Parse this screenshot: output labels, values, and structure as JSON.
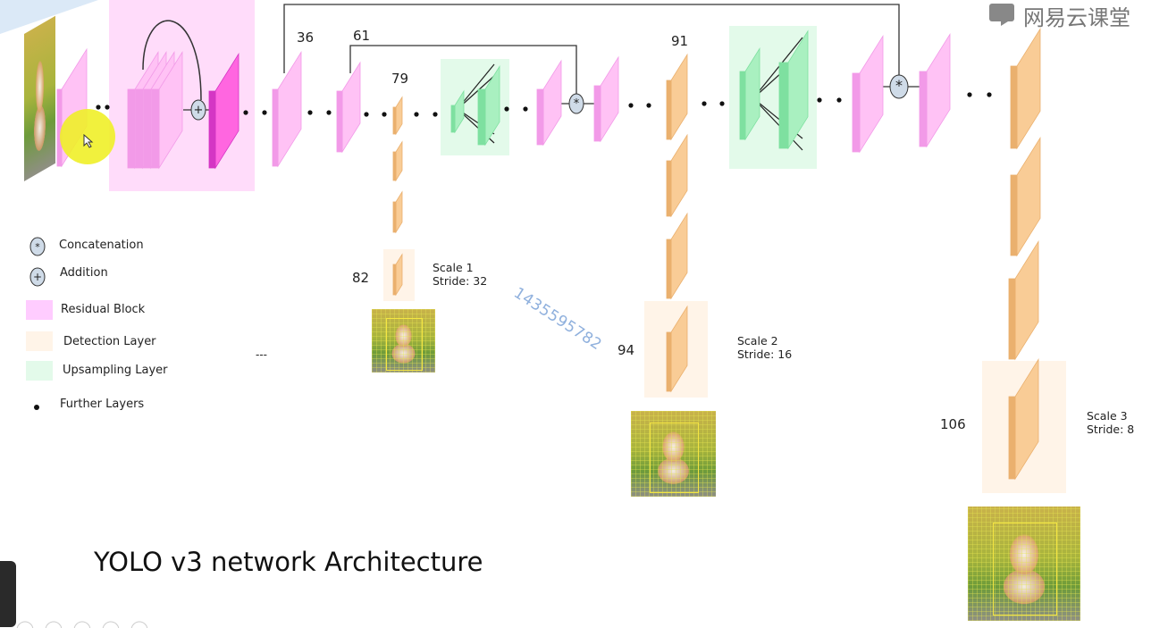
{
  "title": "YOLO v3 network Architecture",
  "brand": "网易云课堂",
  "watermark": "1435595782",
  "layer_numbers": {
    "n36": "36",
    "n61": "61",
    "n79": "79",
    "n82": "82",
    "n91": "91",
    "n94": "94",
    "n106": "106"
  },
  "scales": [
    {
      "scale": "Scale 1",
      "stride": "Stride: 32"
    },
    {
      "scale": "Scale 2",
      "stride": "Stride: 16"
    },
    {
      "scale": "Scale 3",
      "stride": "Stride: 8"
    }
  ],
  "legend": {
    "concat_symbol": "*",
    "add_symbol": "+",
    "items": [
      {
        "label": "Concatenation"
      },
      {
        "label": "Addition"
      },
      {
        "label": "Residual Block"
      },
      {
        "label": "Detection Layer"
      },
      {
        "label": "Upsampling Layer"
      },
      {
        "label": "Further Layers"
      }
    ]
  },
  "ellipsis": "---",
  "colors": {
    "residual": "#ffccff",
    "residual_dark": "#e060e0",
    "detection_bg": "#fff4e8",
    "detection_layer": "#f9cc96",
    "upsampling_bg": "#e3faea",
    "upsampling_layer": "#8fe8ac",
    "watermark": "#8fb0dd"
  },
  "icons": {
    "concat": "circle-asterisk-icon",
    "add": "circle-plus-icon",
    "cursor": "pointer-cursor-icon",
    "brand": "netease-logo-icon"
  }
}
